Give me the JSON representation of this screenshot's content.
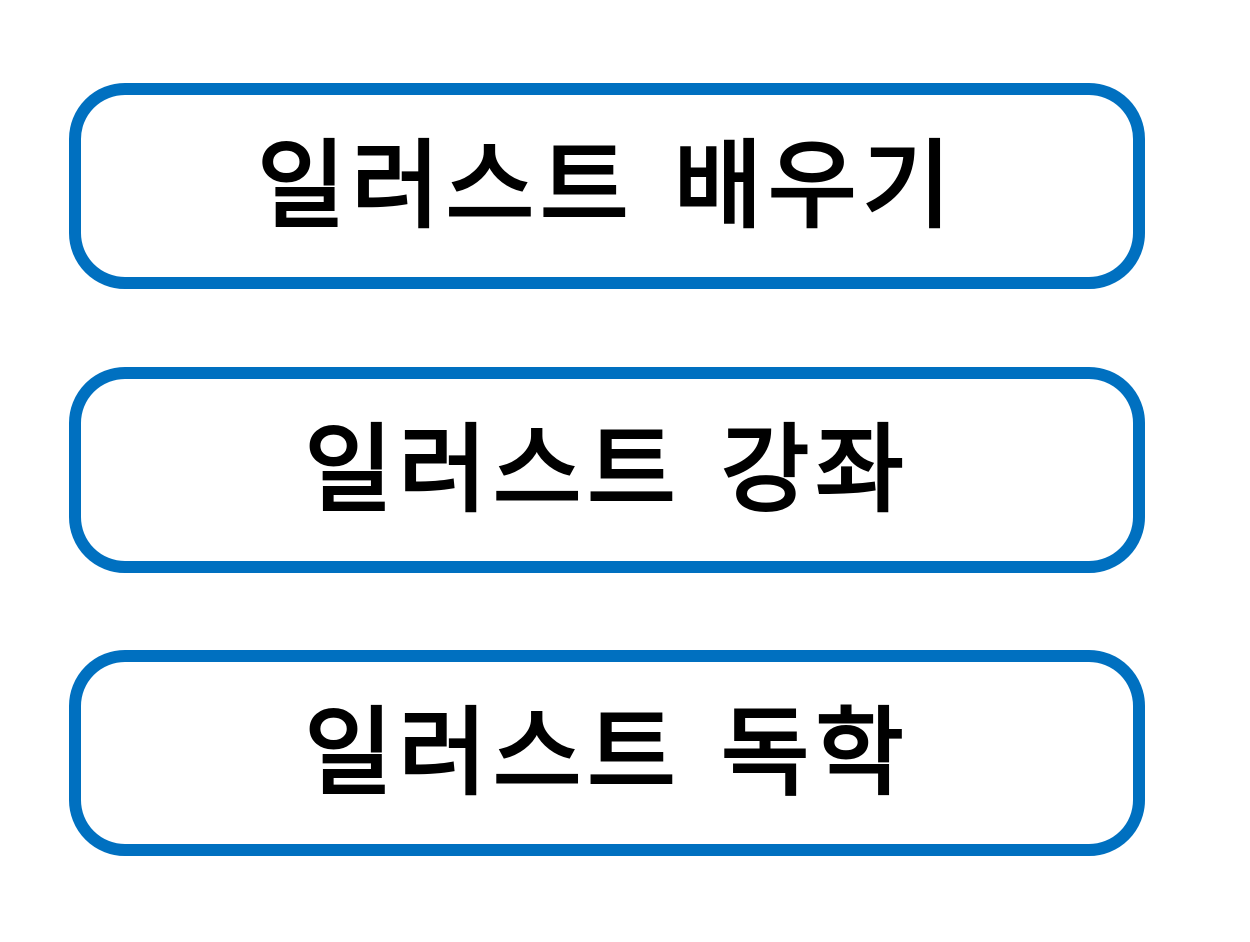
{
  "options": [
    {
      "label": "일러스트 배우기"
    },
    {
      "label": "일러스트 강좌"
    },
    {
      "label": "일러스트 독학"
    }
  ],
  "colors": {
    "border": "#0070c0",
    "text": "#000000",
    "background": "#ffffff"
  }
}
